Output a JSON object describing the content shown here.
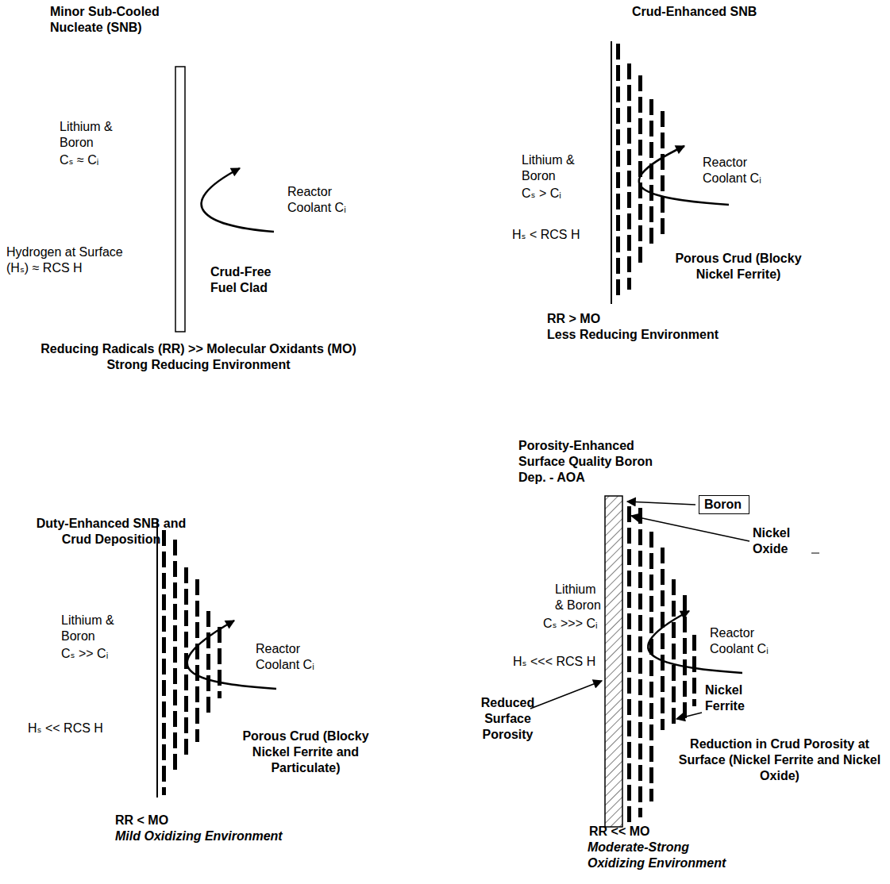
{
  "diagram": {
    "nodes": [
      {
        "text": [
          "Boron"
        ]
      }
    ],
    "labels": [
      "Minor Sub-Cooled Nucleate (SNB)",
      "Lithium & Boron",
      "Cₛ ≈ Cᵢ",
      "Hydrogen at Surface (Hₛ) ≈ RCS H",
      "Reactor Coolant Cᵢ",
      "Crud-Free Fuel Clad",
      "Reducing Radicals (RR) >> Molecular Oxidants (MO) Strong Reducing Environment",
      "Crud-Enhanced SNB",
      "Lithium & Boron",
      "Cₛ > Cᵢ",
      "Hₛ < RCS H",
      "Reactor Coolant Cᵢ",
      "Porous Crud (Blocky Nickel Ferrite)",
      "RR > MO",
      "Less Reducing Environment",
      "Duty-Enhanced SNB and Crud Deposition",
      "Lithium & Boron",
      "Cₛ >> Cᵢ",
      "Hₛ << RCS H",
      "Reactor Coolant Cᵢ",
      "Porous Crud (Blocky Nickel Ferrite and Particulate)",
      "RR < MO",
      "Mild Oxidizing Environment",
      "Porosity-Enhanced Surface Quality Boron Dep. - AOA",
      "Nickel Oxide",
      "Lithium & Boron",
      "Cₛ >>> Cᵢ",
      "Reactor Coolant Cᵢ",
      "Hₛ <<< RCS H",
      "Reduced Surface Porosity",
      "Nickel Ferrite",
      "Reduction in Crud Porosity at Surface (Nickel Ferrite and Nickel Oxide)",
      "RR << MO",
      "Moderate-Strong Oxidizing Environment"
    ]
  }
}
